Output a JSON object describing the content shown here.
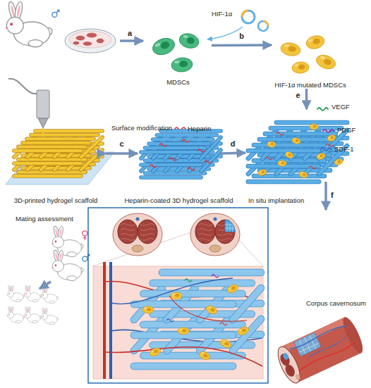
{
  "diagram": {
    "nodes": [
      {
        "text": [
          "MDSCs"
        ]
      },
      {
        "text": [
          "HIF-1α mutated MDSCs"
        ]
      },
      {
        "text": [
          "3D-printed hydrogel scaffold"
        ]
      },
      {
        "text": [
          "Heparin-coated 3D hydrogel scaffold"
        ]
      },
      {
        "text": [
          "In situ implantation"
        ]
      },
      {
        "text": [
          "Mating assessment"
        ]
      },
      {
        "text": [
          "Corpus cavernosum"
        ]
      }
    ],
    "edges": [
      {
        "from": 0,
        "to": 1,
        "arrow": "to",
        "label": "b"
      },
      {
        "from": 2,
        "to": 3,
        "arrow": "to",
        "label": "c"
      },
      {
        "from": 3,
        "to": 4,
        "arrow": "to",
        "label": "d"
      },
      {
        "from": 1,
        "to": 4,
        "arrow": "to",
        "label": "e"
      }
    ],
    "labels": [
      "a",
      "HIF-1α",
      "Surface modification",
      "Heparin",
      "VEGF",
      "PDGF",
      "SDF-1",
      "f"
    ]
  }
}
